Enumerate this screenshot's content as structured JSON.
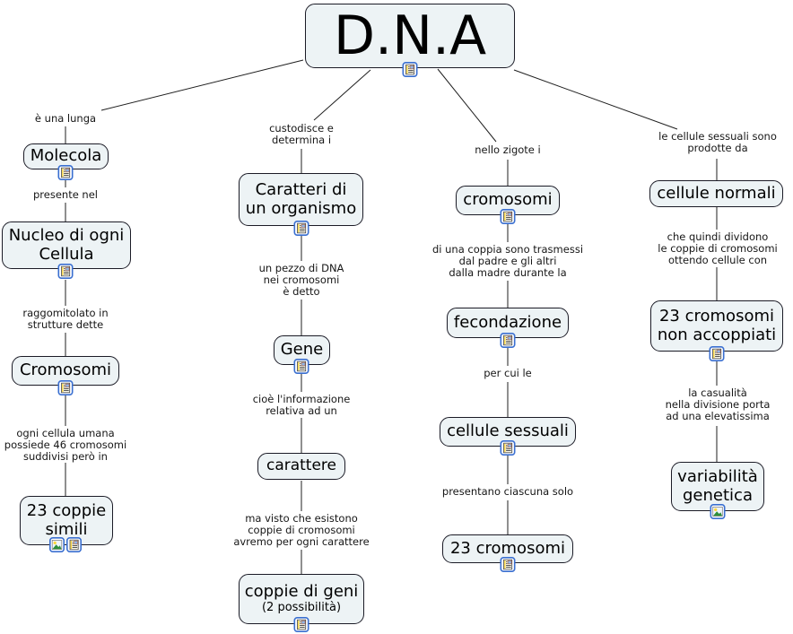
{
  "root": {
    "label": "D.N.A"
  },
  "columns": {
    "c1": {
      "link1": "è una lunga",
      "node1": "Molecola",
      "link2": "presente nel",
      "node2": "Nucleo di ogni\nCellula",
      "link3": "raggomitolato in\nstrutture dette",
      "node3": "Cromosomi",
      "link4": "ogni cellula umana\npossiede 46 cromosomi\nsuddivisi però in",
      "node4": "23 coppie\nsimili"
    },
    "c2": {
      "link1": "custodisce e\ndetermina i",
      "node1": "Caratteri di\nun organismo",
      "link2": "un pezzo di DNA\nnei cromosomi\nè detto",
      "node2": "Gene",
      "link3": "cioè l'informazione\nrelativa ad un",
      "node3": "carattere",
      "link4": "ma visto che esistono\ncoppie di cromosomi\navremo per ogni carattere",
      "node4_main": "coppie di geni",
      "node4_sub": "(2 possibilità)"
    },
    "c3": {
      "link1": "nello zigote i",
      "node1": "cromosomi",
      "link2": "di una coppia sono trasmessi\ndal padre e gli altri\ndalla madre durante la",
      "node2": "fecondazione",
      "link3": "per cui le",
      "node3": "cellule sessuali",
      "link4": "presentano ciascuna solo",
      "node4": "23 cromosomi"
    },
    "c4": {
      "link1": "le cellule sessuali sono\nprodotte da",
      "node1": "cellule normali",
      "link2": "che quindi dividono\nle coppie di cromosomi\nottendo cellule con",
      "node2": "23 cromosomi\nnon accoppiati",
      "link3": "la casualità\nnella divisione porta\nad una elevatissima",
      "node3": "variabilità\ngenetica"
    }
  },
  "icons": {
    "document": "document-resource-icon",
    "image": "image-resource-icon"
  },
  "colors": {
    "node_fill": "#edf3f5",
    "node_border": "#1b1b26",
    "connector_line": "#1f1f1f",
    "icon_border": "#3a6fd0"
  }
}
